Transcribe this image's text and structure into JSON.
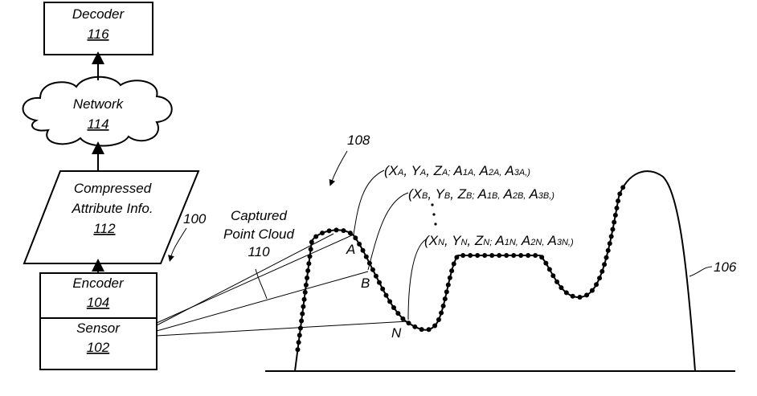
{
  "decoder": {
    "label": "Decoder",
    "ref": "116"
  },
  "network": {
    "label": "Network",
    "ref": "114"
  },
  "compressed": {
    "line1": "Compressed",
    "line2": "Attribute Info.",
    "ref": "112"
  },
  "encoder": {
    "label": "Encoder",
    "ref": "104"
  },
  "sensor": {
    "label": "Sensor",
    "ref": "102"
  },
  "system_ref": "100",
  "captured": {
    "line1": "Captured",
    "line2": "Point Cloud",
    "ref": "110"
  },
  "cloud_ref": "108",
  "object_ref": "106",
  "points": {
    "a": "A",
    "b": "B",
    "n": "N"
  },
  "tuples": [
    [
      [
        "X",
        "A"
      ],
      [
        "Y",
        "A"
      ],
      [
        "Z",
        "A;"
      ],
      [
        "A",
        "1A,"
      ],
      [
        "A",
        "2A,"
      ],
      [
        "A",
        "3A,)"
      ]
    ],
    [
      [
        "X",
        "B"
      ],
      [
        "Y",
        "B"
      ],
      [
        "Z",
        "B;"
      ],
      [
        "A",
        "1B,"
      ],
      [
        "A",
        "2B,"
      ],
      [
        "A",
        "3B,)"
      ]
    ],
    [
      [
        "X",
        "N"
      ],
      [
        "Y",
        "N"
      ],
      [
        "Z",
        "N;"
      ],
      [
        "A",
        "1N,"
      ],
      [
        "A",
        "2N,"
      ],
      [
        "A",
        "3N,)"
      ]
    ]
  ]
}
